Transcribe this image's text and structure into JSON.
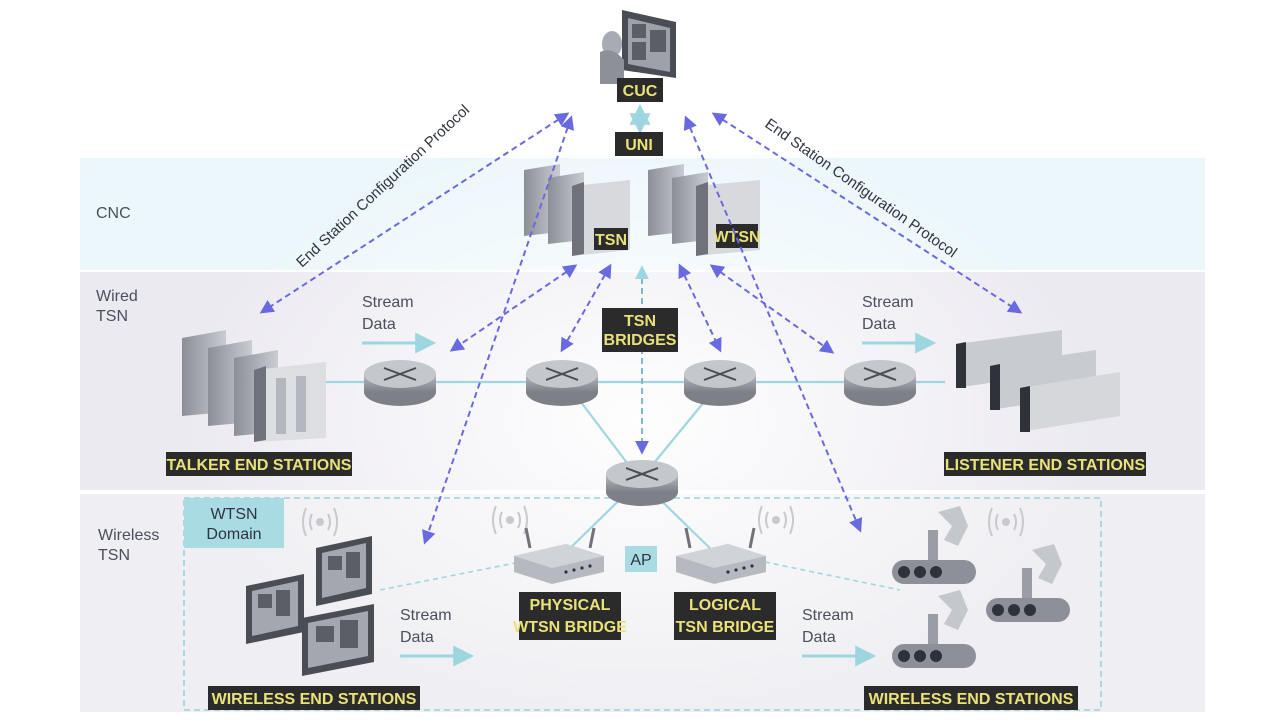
{
  "zones": {
    "cnc": "CNC",
    "wired": [
      "Wired",
      "TSN"
    ],
    "wireless": [
      "Wireless",
      "TSN"
    ]
  },
  "tags": {
    "cuc": "CUC",
    "uni": "UNI",
    "tsn": "TSN",
    "wtsn": "WTSN",
    "tsn_bridges": [
      "TSN",
      "BRIDGES"
    ],
    "talker": "TALKER END STATIONS",
    "listener": "LISTENER END STATIONS",
    "physical_bridge": [
      "PHYSICAL",
      "WTSN BRIDGE"
    ],
    "logical_bridge": [
      "LOGICAL",
      "TSN BRIDGE"
    ],
    "wireless_left": "WIRELESS END STATIONS",
    "wireless_right": "WIRELESS END STATIONS"
  },
  "labels": {
    "stream_data": [
      "Stream",
      "Data"
    ],
    "wtsn_domain": [
      "WTSN",
      "Domain"
    ],
    "ap": "AP"
  },
  "protocols": {
    "left": "End Station Configuration Protocol",
    "right": "End Station Configuration Protocol"
  },
  "colors": {
    "cnc_band": "#ecf7fb",
    "wired_band": "#eceaf1",
    "wireless_band": "#efeef2",
    "tag_bg": "#2b2b2b",
    "tag_text": "#e9e27a",
    "arrow_dashed": "#6a6ae0",
    "arrow_cyan": "#9ed6e0",
    "link": "#9fd7e0",
    "domain_label_bg": "#a9dbe3"
  }
}
